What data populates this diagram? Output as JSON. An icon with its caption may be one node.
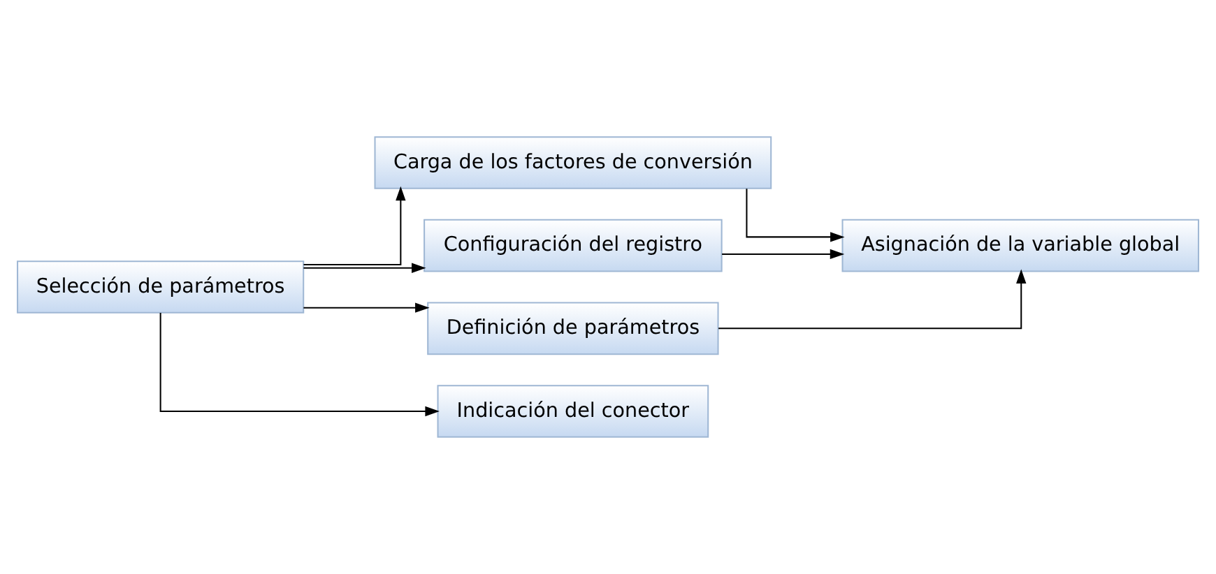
{
  "diagram": {
    "nodes": [
      {
        "text": [
          "Selección de parámetros"
        ]
      },
      {
        "text": [
          "Carga de los factores de conversión"
        ]
      },
      {
        "text": [
          "Configuración del registro"
        ]
      },
      {
        "text": [
          "Definición de parámetros"
        ]
      },
      {
        "text": [
          "Indicación del conector"
        ]
      },
      {
        "text": [
          "Asignación de la variable global"
        ]
      }
    ],
    "edges": [
      {
        "from": 0,
        "to": 1,
        "arrow": "to"
      },
      {
        "from": 0,
        "to": 2,
        "arrow": "to"
      },
      {
        "from": 0,
        "to": 3,
        "arrow": "to"
      },
      {
        "from": 0,
        "to": 4,
        "arrow": "to"
      },
      {
        "from": 1,
        "to": 5,
        "arrow": "to"
      },
      {
        "from": 2,
        "to": 5,
        "arrow": "to"
      },
      {
        "from": 3,
        "to": 5,
        "arrow": "to"
      }
    ]
  }
}
